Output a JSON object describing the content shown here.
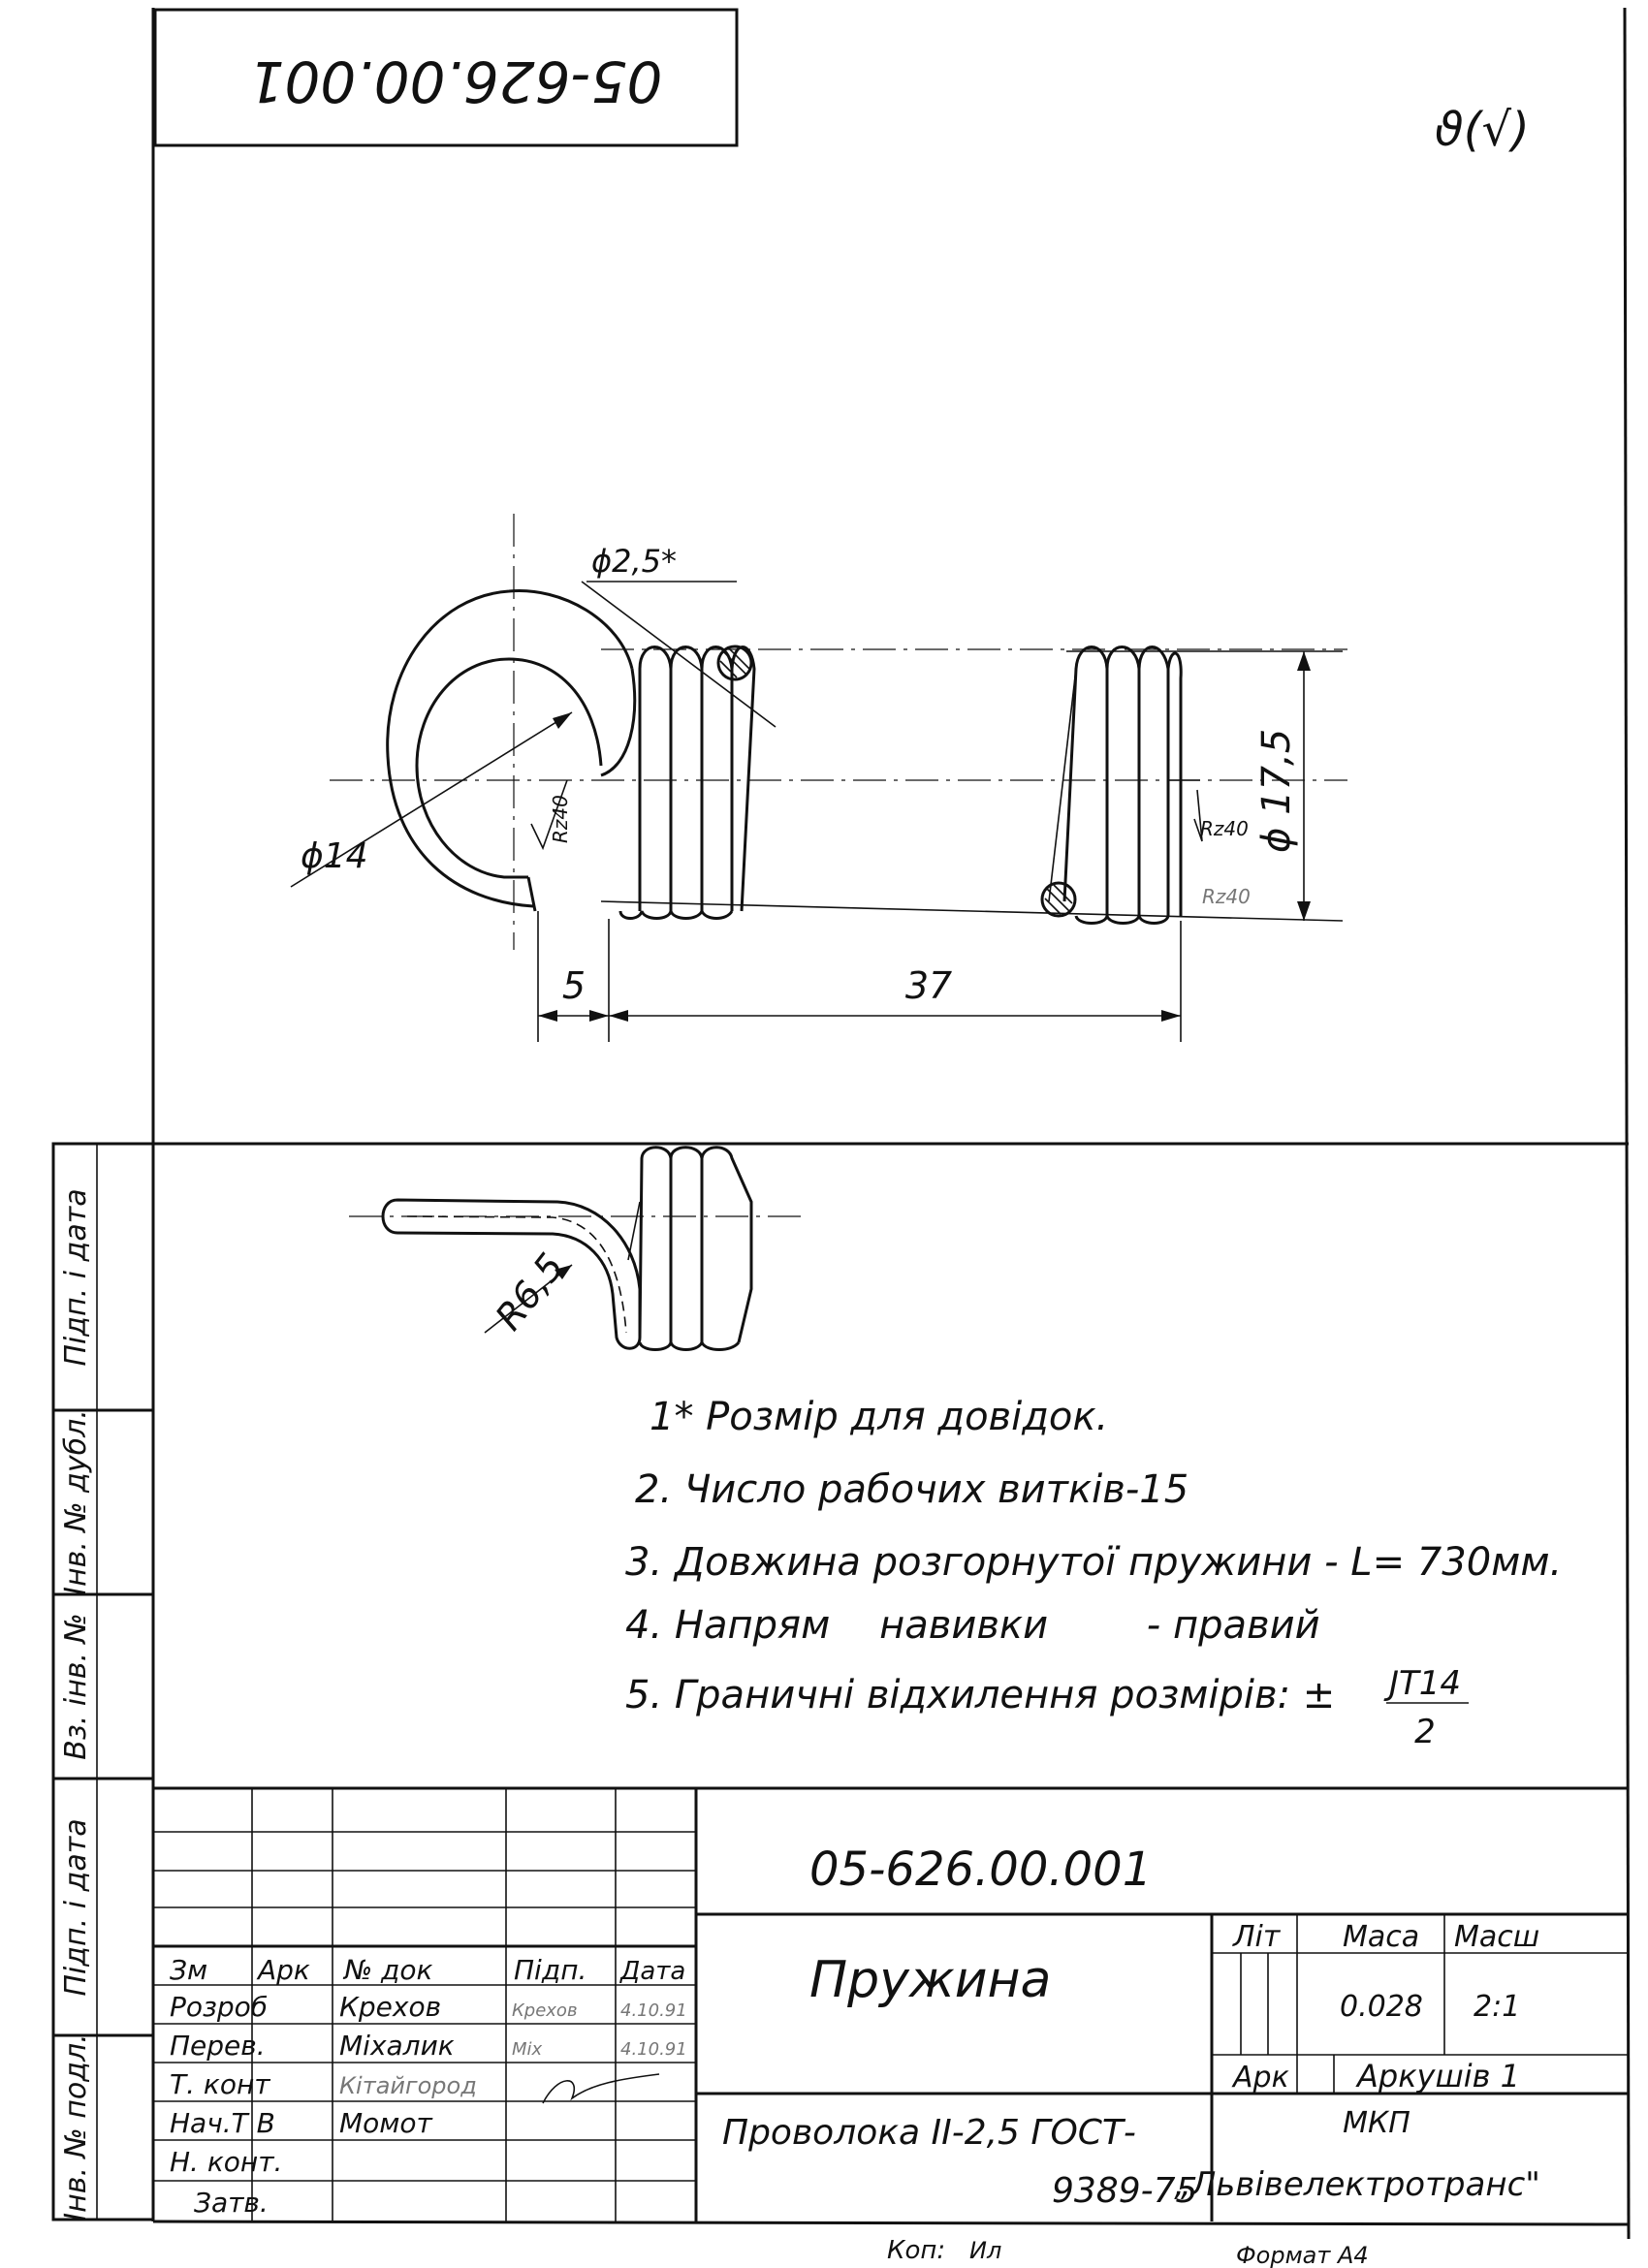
{
  "stamp": {
    "doc_number": "05-626.00.001",
    "corner_mark": "ϑ(√)"
  },
  "drawing": {
    "dims": {
      "wire_d": "ϕ2,5*",
      "eye_d": "ϕ14",
      "coil_d": "ϕ 17,5",
      "roughness_left": "Rz40",
      "roughness_right": "Rz40",
      "roughness_faint": "Rz40",
      "gap": "5",
      "length": "37",
      "bend_r": "R6,5"
    }
  },
  "notes": [
    "1* Розмір для довідок.",
    "2. Число рабочих витків-15",
    "3. Довжина розгорнутої пружини - L= 730мм.",
    "4. Напрям    навивки        - правий",
    "5. Граничні відхилення розмірів: ±"
  ],
  "tolerance": {
    "num": "JT14",
    "den": "2"
  },
  "side_labels": [
    "Підп. і дата",
    "Інв. № дубл.",
    "Вз. інв. №",
    "Підп. і дата",
    "Інв. № подл."
  ],
  "title_block": {
    "designation": "05-626.00.001",
    "name": "Пружина",
    "material_line1": "Проволока II-2,5 ГОСТ-",
    "material_line2": "9389-75",
    "headers": {
      "izm": "Зм",
      "ark": "Арк",
      "doc": "№ док",
      "sign": "Підп.",
      "date": "Дата"
    },
    "rows": [
      {
        "role": "Розроб",
        "name": "Крехов",
        "sign": "Крехов",
        "date": "4.10.91"
      },
      {
        "role": "Перев.",
        "name": "Міхалик",
        "sign": "Міх",
        "date": "4.10.91"
      },
      {
        "role": "Т. конт",
        "name": "Кітайгород",
        "sign": "",
        "date": ""
      },
      {
        "role": "Нач.Т В",
        "name": "Момот",
        "sign": "",
        "date": ""
      },
      {
        "role": "Н. конт.",
        "name": "",
        "sign": "",
        "date": ""
      },
      {
        "role": "Затв.",
        "name": "",
        "sign": "",
        "date": ""
      }
    ],
    "lit_label": "Літ",
    "mass_label": "Маса",
    "scale_label": "Масш",
    "mass_value": "0.028",
    "scale_value": "2:1",
    "sheet_label": "Арк",
    "sheets_label": "Аркушів 1",
    "org_line1": "МКП",
    "org_line2": "„Львівелектротранс\""
  },
  "footer": {
    "copied": "Коп:",
    "copied_sign": "Ил",
    "format": "Формат А4"
  }
}
